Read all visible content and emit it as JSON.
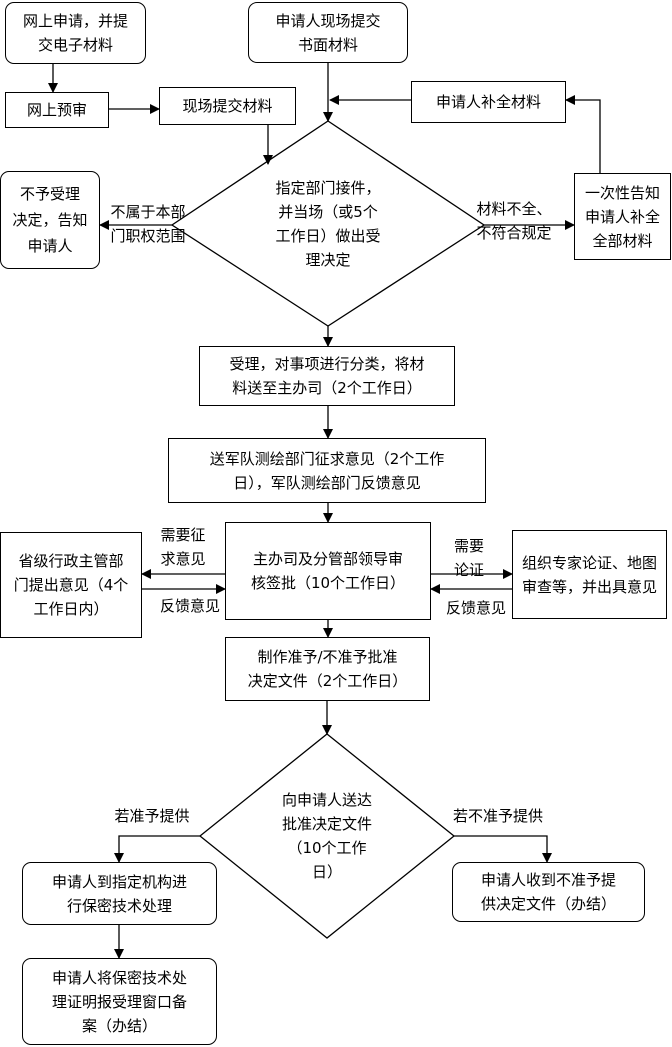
{
  "boxes": {
    "online_apply": "网上申请，并提\n交电子材料",
    "onsite_paper": "申请人现场提交\n书面材料",
    "online_precheck": "网上预审",
    "submit_materials": "现场提交材料",
    "supplement": "申请人补全材料",
    "reject": "不予受理\n决定，告知\n申请人",
    "notify_once": "一次性告知\n申请人补全\n全部材料",
    "decision_diamond": "指定部门接件，\n并当场（或5个\n工作日）做出受\n理决定",
    "accept": "受理，对事项进行分类，将材\n料送至主办司（2个工作日）",
    "military": "送军队测绘部门征求意见（2个工作\n日），军队测绘部门反馈意见",
    "review": "主办司及分管部领导审\n核签批（10个工作日）",
    "province": "省级行政主管部\n门提出意见（4个\n工作日内）",
    "experts": "组织专家论证、地图\n审查等，并出具意见",
    "make_doc": "制作准予/不准予批准\n决定文件（2个工作日）",
    "deliver_diamond": "向申请人送达\n批准决定文件\n（10个工作\n日）",
    "approved_process": "申请人到指定机构进\n行保密技术处理",
    "not_approved": "申请人收到不准予提\n供决定文件（办结）",
    "record": "申请人将保密技术处\n理证明报受理窗口备\n案（办结）"
  },
  "labels": {
    "not_in_scope": "不属于本部\n门职权范围",
    "incomplete": "材料不全、\n不符合规定",
    "need_opinion": "需要征\n求意见",
    "feedback_left": "反馈意见",
    "need_demo": "需要\n论证",
    "feedback_right": "反馈意见",
    "if_approved": "若准予提供",
    "if_not_approved": "若不准予提供"
  }
}
